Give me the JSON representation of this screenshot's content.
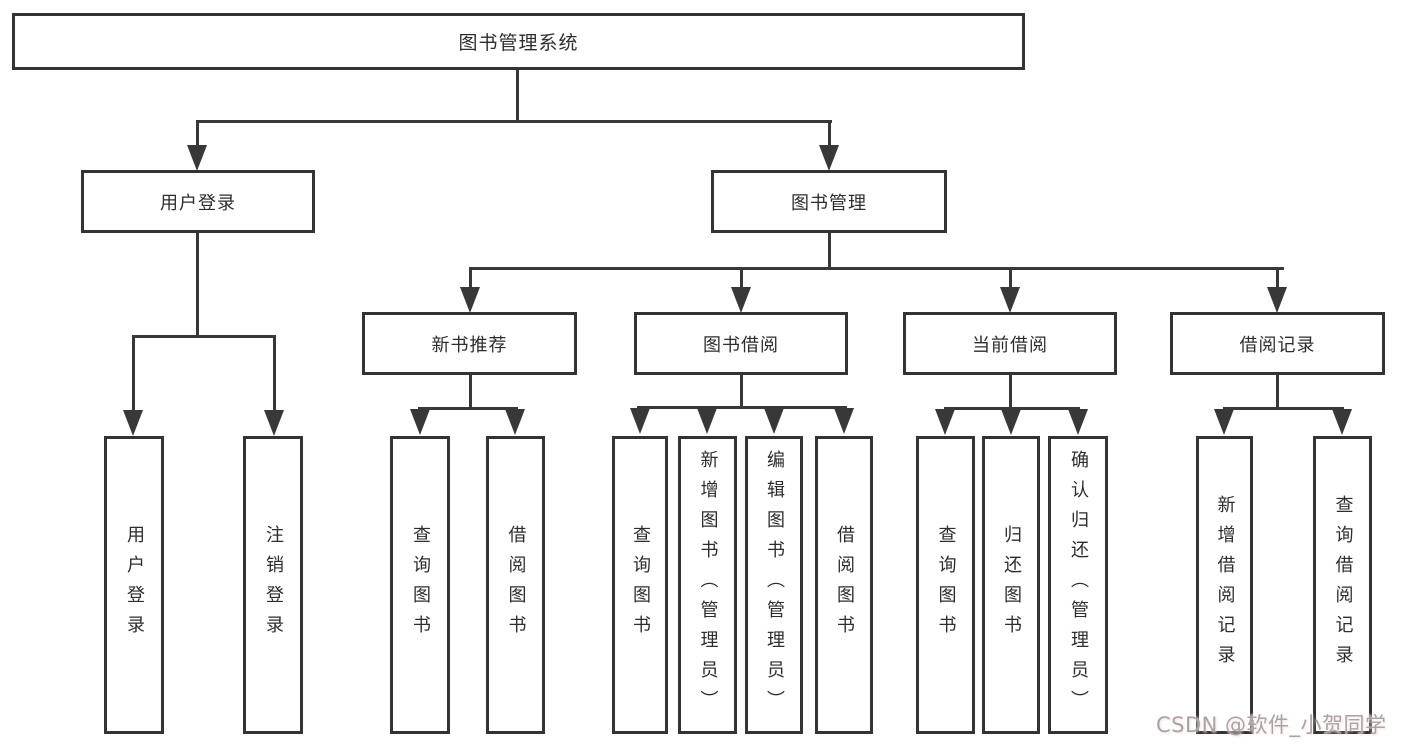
{
  "colors": {
    "background": "#ffffff",
    "line": "#383838",
    "box_border": "#333333",
    "text": "#2d2d2d",
    "watermark_text": "#a6a4a4"
  },
  "tree": {
    "root": {
      "label": "图书管理系统"
    },
    "branches": [
      {
        "label": "用户登录",
        "children": [
          {
            "label": "用户登录"
          },
          {
            "label": "注销登录"
          }
        ]
      },
      {
        "label": "图书管理",
        "children": [
          {
            "label": "新书推荐",
            "children": [
              {
                "label": "查询图书"
              },
              {
                "label": "借阅图书"
              }
            ]
          },
          {
            "label": "图书借阅",
            "children": [
              {
                "label": "查询图书"
              },
              {
                "label": "新增图书（管理员）"
              },
              {
                "label": "编辑图书（管理员）"
              },
              {
                "label": "借阅图书"
              }
            ]
          },
          {
            "label": "当前借阅",
            "children": [
              {
                "label": "查询图书"
              },
              {
                "label": "归还图书"
              },
              {
                "label": "确认归还（管理员）"
              }
            ]
          },
          {
            "label": "借阅记录",
            "children": [
              {
                "label": "新增借阅记录"
              },
              {
                "label": "查询借阅记录"
              }
            ]
          }
        ]
      }
    ]
  },
  "watermark": {
    "text": "CSDN @软件_小贺同学"
  }
}
